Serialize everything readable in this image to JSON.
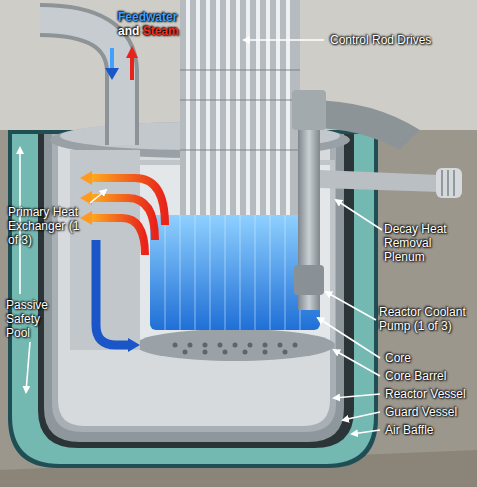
{
  "diagram": {
    "labels": [
      "Feedwater and Steam",
      "Control Rod Drives",
      "Primary Heat Exchanger (1 of 3)",
      "Decay Heat Removal Plenum",
      "Passive Safety Pool",
      "Reactor Coolant Pump (1 of 3)",
      "Core",
      "Core Barrel",
      "Reactor Vessel",
      "Guard Vessel",
      "Air Baffle"
    ]
  }
}
